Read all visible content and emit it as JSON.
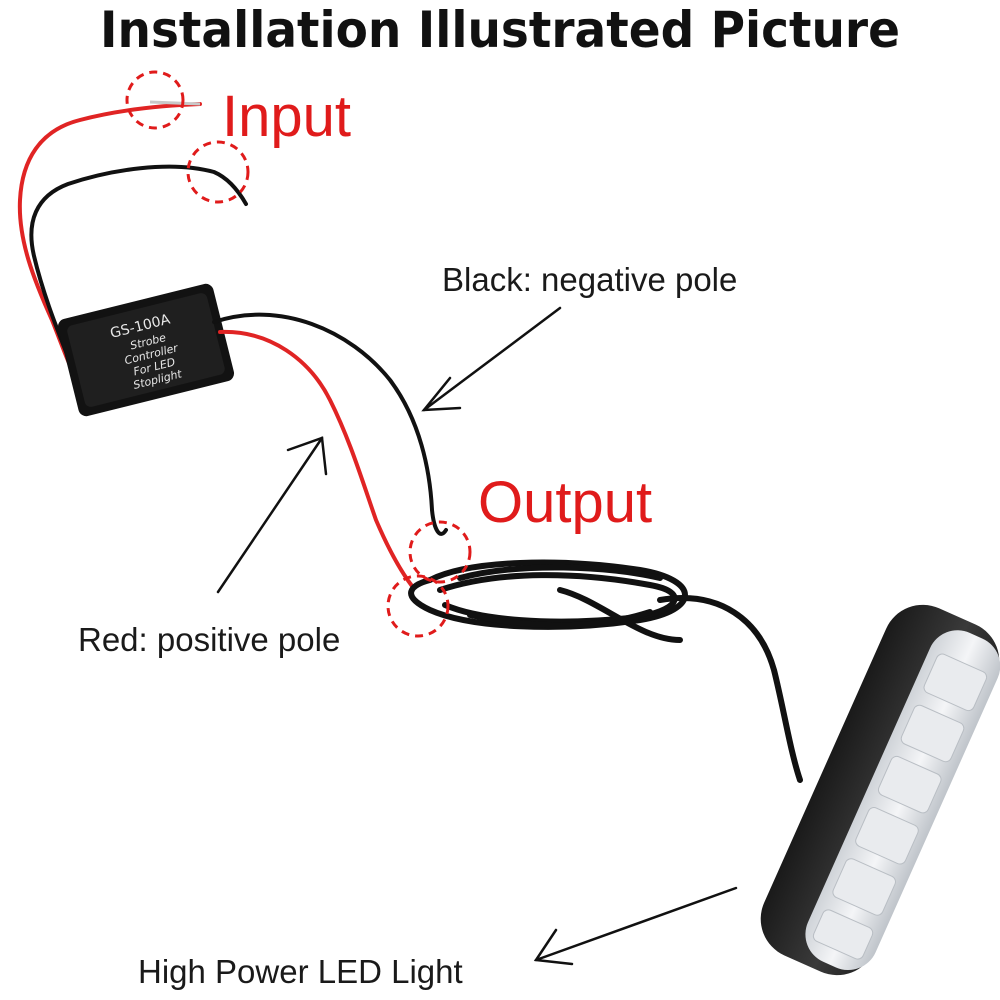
{
  "title": "Installation Illustrated Picture",
  "labels": {
    "input": "Input",
    "output": "Output",
    "black": "Black: negative pole",
    "red": "Red: positive pole",
    "led": "High Power LED Light"
  },
  "module": {
    "model": "GS-100A",
    "lines": [
      "Strobe",
      "Controller",
      "For LED",
      "Stoplight"
    ]
  },
  "colors": {
    "label_red": "#e01b1b",
    "wire_red": "#e02424",
    "wire_black": "#111111"
  }
}
